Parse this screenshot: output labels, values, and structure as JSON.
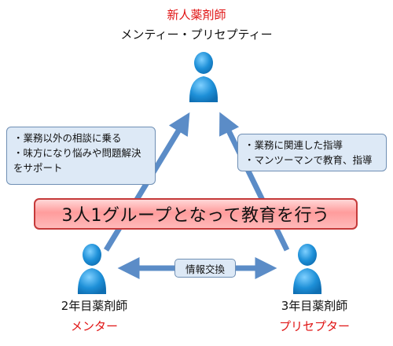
{
  "top_person": {
    "title": "新人薬剤師",
    "subtitle": "メンティー・プリセプティー"
  },
  "left_person": {
    "title": "2年目薬剤師",
    "subtitle": "メンター"
  },
  "right_person": {
    "title": "3年目薬剤師",
    "subtitle": "プリセプター"
  },
  "left_note": {
    "lines": [
      "・業務以外の相談に乗る",
      "・味方になり悩みや問題解決",
      "をサポート"
    ]
  },
  "right_note": {
    "lines": [
      "・業務に関連した指導",
      "・マンツーマンで教育、指導"
    ]
  },
  "banner": {
    "text": "3人1グループとなって教育を行う"
  },
  "exchange_label": "情報交換",
  "colors": {
    "arrow": "#5b8cc7",
    "person": "#1e90d8",
    "accent_red": "#e01414",
    "banner_border": "#c53a3a",
    "note_fill": "#dde9f6"
  }
}
